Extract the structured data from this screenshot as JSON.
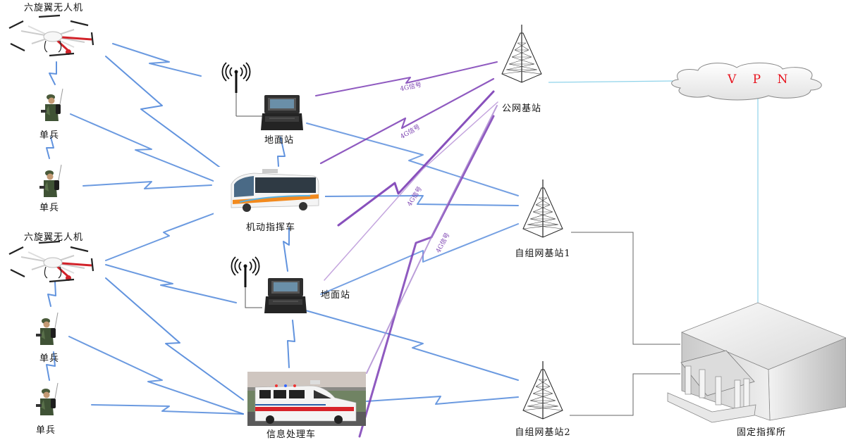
{
  "title": "无人机应急通信组网示意图",
  "colors": {
    "link_blue": "#3a78d6",
    "link_purple": "#7b3db5",
    "link_light_purple": "#b58fd6",
    "wire_cyan": "#8fd3ea",
    "wire_gray": "#666666",
    "vpn_text": "#e8141e",
    "label_4g": "#7a3fb0"
  },
  "nodes": {
    "uav_top": {
      "label": "六旋翼无人机",
      "icon": "hexacopter-drone-icon"
    },
    "soldier_1": {
      "label": "单兵",
      "icon": "soldier-icon"
    },
    "soldier_2": {
      "label": "单兵",
      "icon": "soldier-icon"
    },
    "uav_bottom": {
      "label": "六旋翼无人机",
      "icon": "hexacopter-drone-icon"
    },
    "soldier_3": {
      "label": "单兵",
      "icon": "soldier-icon"
    },
    "soldier_4": {
      "label": "单兵",
      "icon": "soldier-icon"
    },
    "ground_station_top": {
      "label": "地面站",
      "icon": "ground-station-case-icon"
    },
    "mobile_command_bus": {
      "label": "机动指挥车",
      "icon": "bus-icon"
    },
    "ground_station_bottom": {
      "label": "地面站",
      "icon": "ground-station-case-icon"
    },
    "info_processing_van": {
      "label": "信息处理车",
      "icon": "van-icon"
    },
    "public_base_station": {
      "label": "公网基站",
      "icon": "lattice-tower-icon"
    },
    "adhoc_base_station_1": {
      "label": "自组网基站1",
      "icon": "lattice-tower-icon"
    },
    "adhoc_base_station_2": {
      "label": "自组网基站2",
      "icon": "lattice-tower-icon"
    },
    "vpn": {
      "label": "V P N",
      "icon": "cloud-icon"
    },
    "fixed_command_post": {
      "label": "固定指挥所",
      "icon": "government-building-icon"
    }
  },
  "signal_labels": [
    "4G信号",
    "4G信号",
    "4G信号",
    "4G信号"
  ]
}
